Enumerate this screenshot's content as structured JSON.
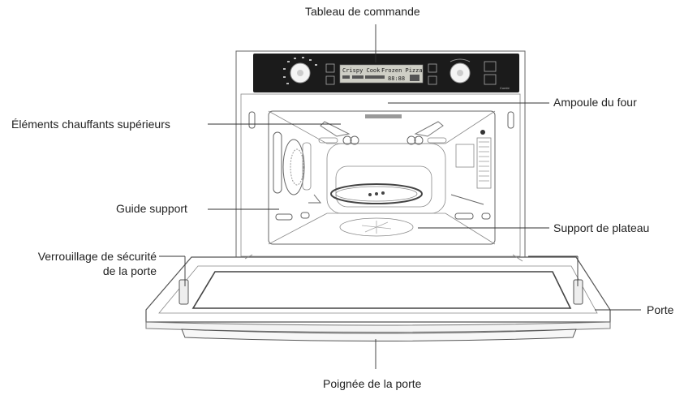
{
  "labels": {
    "control_panel": "Tableau de commande",
    "oven_lamp": "Ampoule du four",
    "upper_heating": "Éléments chauffants supérieurs",
    "rack_guide": "Guide support",
    "turntable_support": "Support de plateau",
    "door_lock_line1": "Verrouillage de sécurité",
    "door_lock_line2": "de la porte",
    "door": "Porte",
    "door_handle": "Poignée de la porte"
  },
  "display": {
    "mode_left": "Crispy Cook",
    "mode_right": "Frozen Pizza",
    "digits": "88:88"
  },
  "brand_mark": "Combi"
}
